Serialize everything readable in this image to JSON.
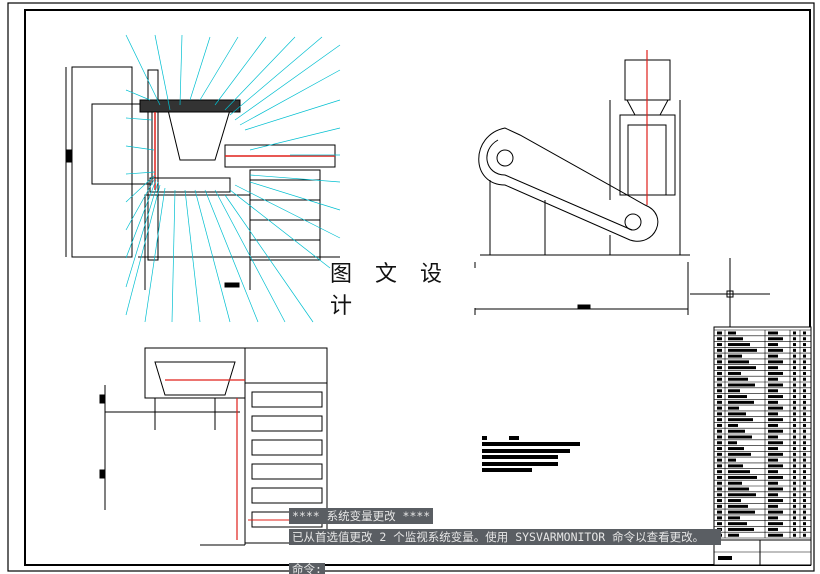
{
  "watermark": {
    "text": "图 文 设 计"
  },
  "command_line": {
    "line1": "**** 系统变量更改 ****",
    "line2": "已从首选值更改 2 个监视系统变量。使用 SYSVARMONITOR 命令以查看更改。",
    "prompt": "命令:"
  },
  "colors": {
    "line_black": "#000000",
    "leader_cyan": "#00bfd0",
    "centerline_red": "#e0201a",
    "cmd_bg": "#5a5e63"
  }
}
